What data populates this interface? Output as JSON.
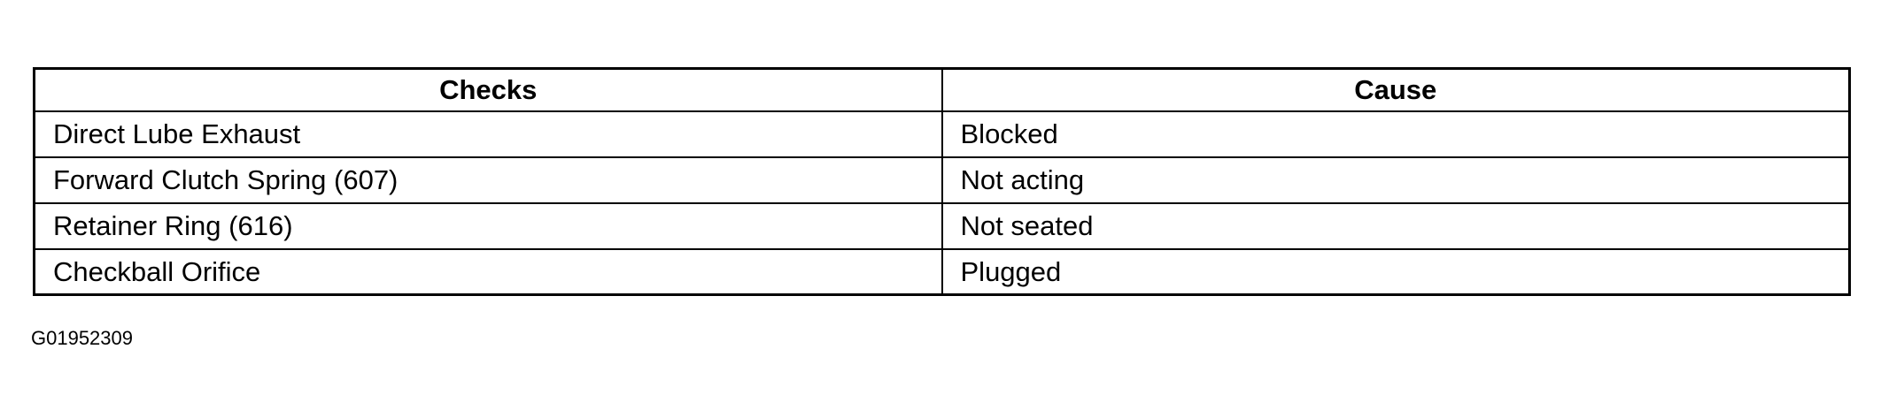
{
  "table": {
    "headers": [
      "Checks",
      "Cause"
    ],
    "rows": [
      {
        "check": "Direct Lube Exhaust",
        "cause": "Blocked"
      },
      {
        "check": "Forward Clutch Spring (607)",
        "cause": "Not acting"
      },
      {
        "check": "Retainer Ring (616)",
        "cause": "Not seated"
      },
      {
        "check": "Checkball Orifice",
        "cause": "Plugged"
      }
    ]
  },
  "figure_id": "G01952309"
}
